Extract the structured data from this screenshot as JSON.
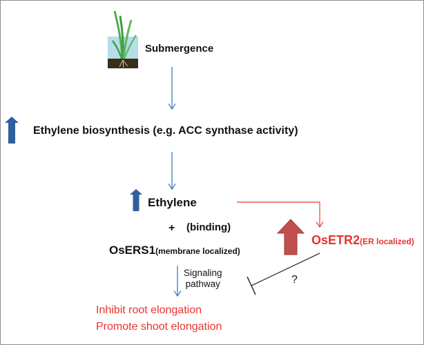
{
  "nodes": {
    "submergence": "Submergence",
    "ethylene_biosynthesis": "Ethylene biosynthesis  (e.g. ACC synthase activity)",
    "ethylene": "Ethylene",
    "plus": "+",
    "binding": "(binding)",
    "osers1": "OsERS1",
    "osers1_note": "(membrane localized)",
    "osetr2": "OsETR2",
    "osetr2_note": "(ER localized)",
    "signaling_line1": "Signaling",
    "signaling_line2": "pathway",
    "question": "?",
    "inhibit_root": "Inhibit root elongation",
    "promote_shoot": "Promote shoot elongation"
  },
  "colors": {
    "blue_arrow": "#3a78c3",
    "blue_up_arrow": "#2f5f9e",
    "red_text": "#e8332f",
    "red_connector": "#e8403a",
    "red_up_arrow": "#c0504d",
    "inhibition_line": "#333333",
    "water": "#b6dde8",
    "soil": "#3a2d1c",
    "plant": "#4caf50",
    "text": "#111111"
  },
  "icons": [
    "rice-seedling-icon",
    "blue-up-arrow-icon",
    "red-up-arrow-icon"
  ]
}
